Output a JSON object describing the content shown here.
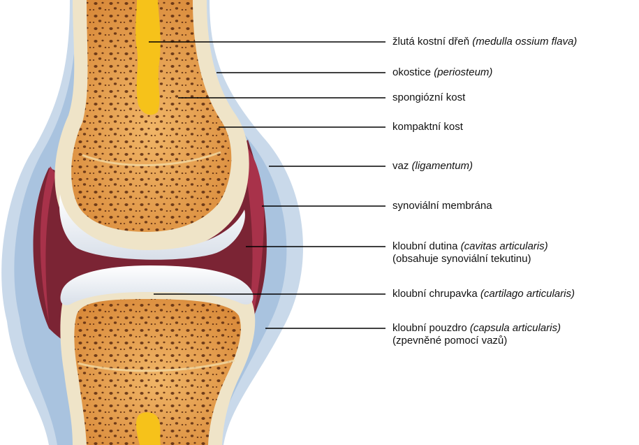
{
  "colors": {
    "capsule_outer": "#c9d9ea",
    "capsule_fill": "#a9c3df",
    "synovial_cavity": "#7b2434",
    "synovial_membrane": "#a8324a",
    "compact_bone": "#efe4c8",
    "spongy_bone": "#e09a4a",
    "marrow": "#f6c21a",
    "cartilage": "#eef2f7",
    "background": "#ffffff"
  },
  "labels": [
    {
      "id": "yellow-marrow",
      "text": "žlutá kostní dřeň ",
      "italic": "(medulla ossium flava)"
    },
    {
      "id": "periosteum",
      "text": "okostice ",
      "italic": "(periosteum)"
    },
    {
      "id": "spongy-bone",
      "text": "spongiózní kost",
      "italic": ""
    },
    {
      "id": "compact-bone",
      "text": "kompaktní kost",
      "italic": ""
    },
    {
      "id": "ligament",
      "text": "vaz ",
      "italic": "(ligamentum)"
    },
    {
      "id": "synovial-membrane",
      "text": "synoviální membrána",
      "italic": ""
    },
    {
      "id": "joint-cavity",
      "text": "kloubní dutina ",
      "italic": "(cavitas articularis)",
      "line2": "(obsahuje synoviální tekutinu)"
    },
    {
      "id": "articular-cartilage",
      "text": "kloubní chrupavka ",
      "italic": "(cartilago articularis)"
    },
    {
      "id": "joint-capsule",
      "text": "kloubní pouzdro ",
      "italic": "(capsula articularis)",
      "line2": "(zpevněné pomocí vazů)"
    }
  ]
}
